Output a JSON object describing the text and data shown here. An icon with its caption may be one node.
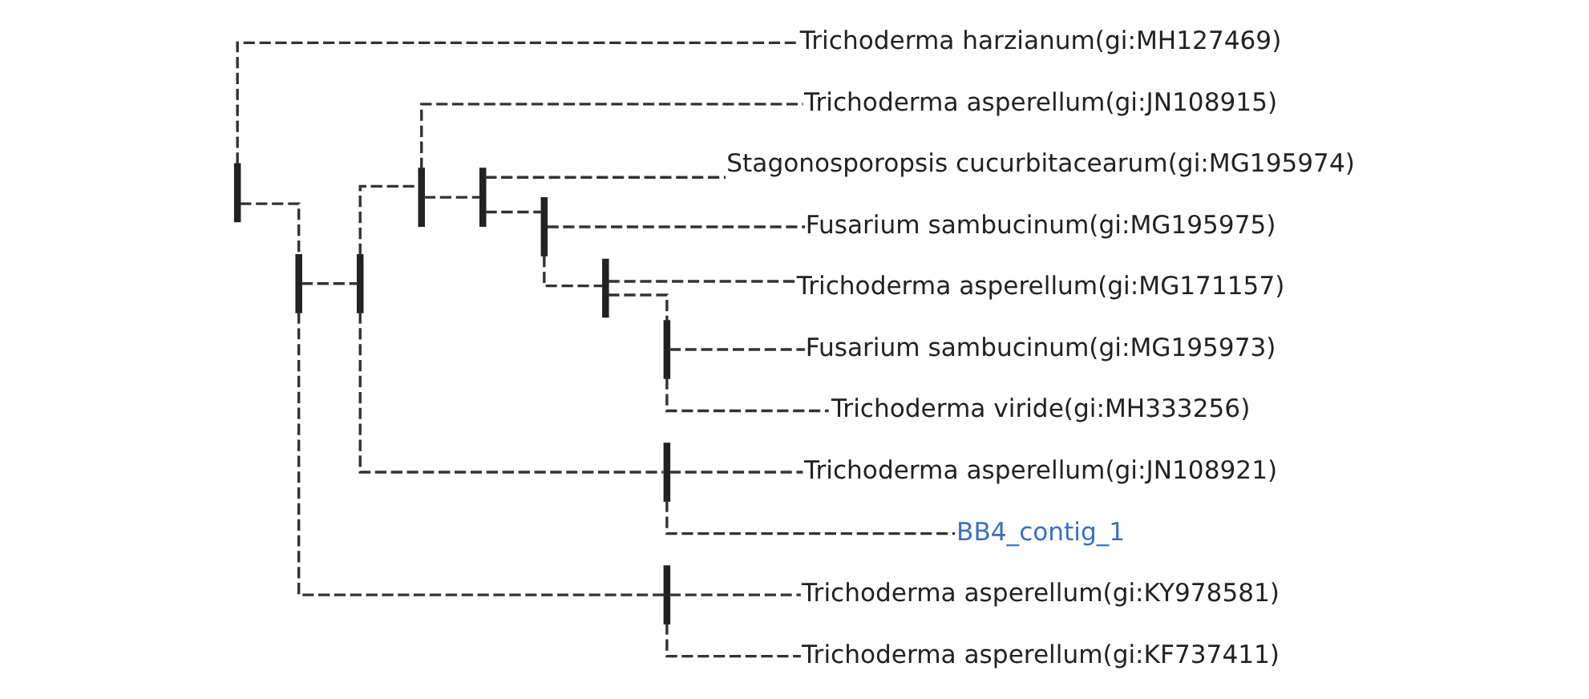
{
  "diagram": {
    "nodes": [
      {
        "text": [
          "Fusarium sambucinum(gi:MG195973)"
        ]
      },
      {
        "text": [
          "Trichoderma viride(gi:MH333256)"
        ]
      },
      {
        "text": [
          "Trichoderma asperellum(gi:MG171157)"
        ]
      },
      {
        "text": [
          "Fusarium sambucinum(gi:MG195975)"
        ]
      },
      {
        "text": [
          "Stagonosporopsis cucurbitacearum(gi:MG195974)"
        ]
      },
      {
        "text": [
          "Trichoderma asperellum(gi:JN108915)"
        ]
      },
      {
        "text": [
          "Trichoderma asperellum(gi:JN108921)"
        ]
      },
      {
        "text": [
          "BB4_contig_1"
        ]
      },
      {
        "text": [
          "Trichoderma asperellum(gi:KY978581)"
        ]
      },
      {
        "text": [
          "Trichoderma asperellum(gi:KF737411)"
        ]
      },
      {
        "text": [
          "Trichoderma harzianum(gi:MH127469)"
        ]
      },
      {
        "text": [],
        "shape": "bar"
      },
      {
        "text": [],
        "shape": "bar"
      },
      {
        "text": [],
        "shape": "bar"
      },
      {
        "text": [],
        "shape": "bar"
      },
      {
        "text": [],
        "shape": "bar"
      },
      {
        "text": [],
        "shape": "bar"
      },
      {
        "text": [],
        "shape": "bar"
      },
      {
        "text": [],
        "shape": "bar"
      },
      {
        "text": [],
        "shape": "bar"
      },
      {
        "text": [],
        "shape": "bar"
      }
    ],
    "edges": [
      {
        "from": 11,
        "to": 12,
        "arrow": "none",
        "style": "dashed"
      },
      {
        "from": 11,
        "to": 10,
        "arrow": "none",
        "style": "dashed"
      },
      {
        "from": 12,
        "to": 13,
        "arrow": "none",
        "style": "dashed"
      },
      {
        "from": 12,
        "to": 20,
        "arrow": "none",
        "style": "dashed"
      },
      {
        "from": 13,
        "to": 14,
        "arrow": "none",
        "style": "dashed"
      },
      {
        "from": 13,
        "to": 19,
        "arrow": "none",
        "style": "dashed"
      },
      {
        "from": 14,
        "to": 15,
        "arrow": "none",
        "style": "dashed"
      },
      {
        "from": 14,
        "to": 5,
        "arrow": "none",
        "style": "dashed"
      },
      {
        "from": 15,
        "to": 16,
        "arrow": "none",
        "style": "dashed"
      },
      {
        "from": 15,
        "to": 4,
        "arrow": "none",
        "style": "dashed"
      },
      {
        "from": 16,
        "to": 17,
        "arrow": "none",
        "style": "dashed"
      },
      {
        "from": 16,
        "to": 3,
        "arrow": "none",
        "style": "dashed"
      },
      {
        "from": 17,
        "to": 18,
        "arrow": "none",
        "style": "dashed"
      },
      {
        "from": 17,
        "to": 2,
        "arrow": "none",
        "style": "dashed"
      },
      {
        "from": 18,
        "to": 0,
        "arrow": "none",
        "style": "dashed"
      },
      {
        "from": 18,
        "to": 1,
        "arrow": "none",
        "style": "dashed"
      },
      {
        "from": 19,
        "to": 6,
        "arrow": "none",
        "style": "dashed"
      },
      {
        "from": 19,
        "to": 7,
        "arrow": "none",
        "style": "dashed"
      },
      {
        "from": 20,
        "to": 8,
        "arrow": "none",
        "style": "dashed"
      },
      {
        "from": 20,
        "to": 9,
        "arrow": "none",
        "style": "dashed"
      }
    ]
  }
}
